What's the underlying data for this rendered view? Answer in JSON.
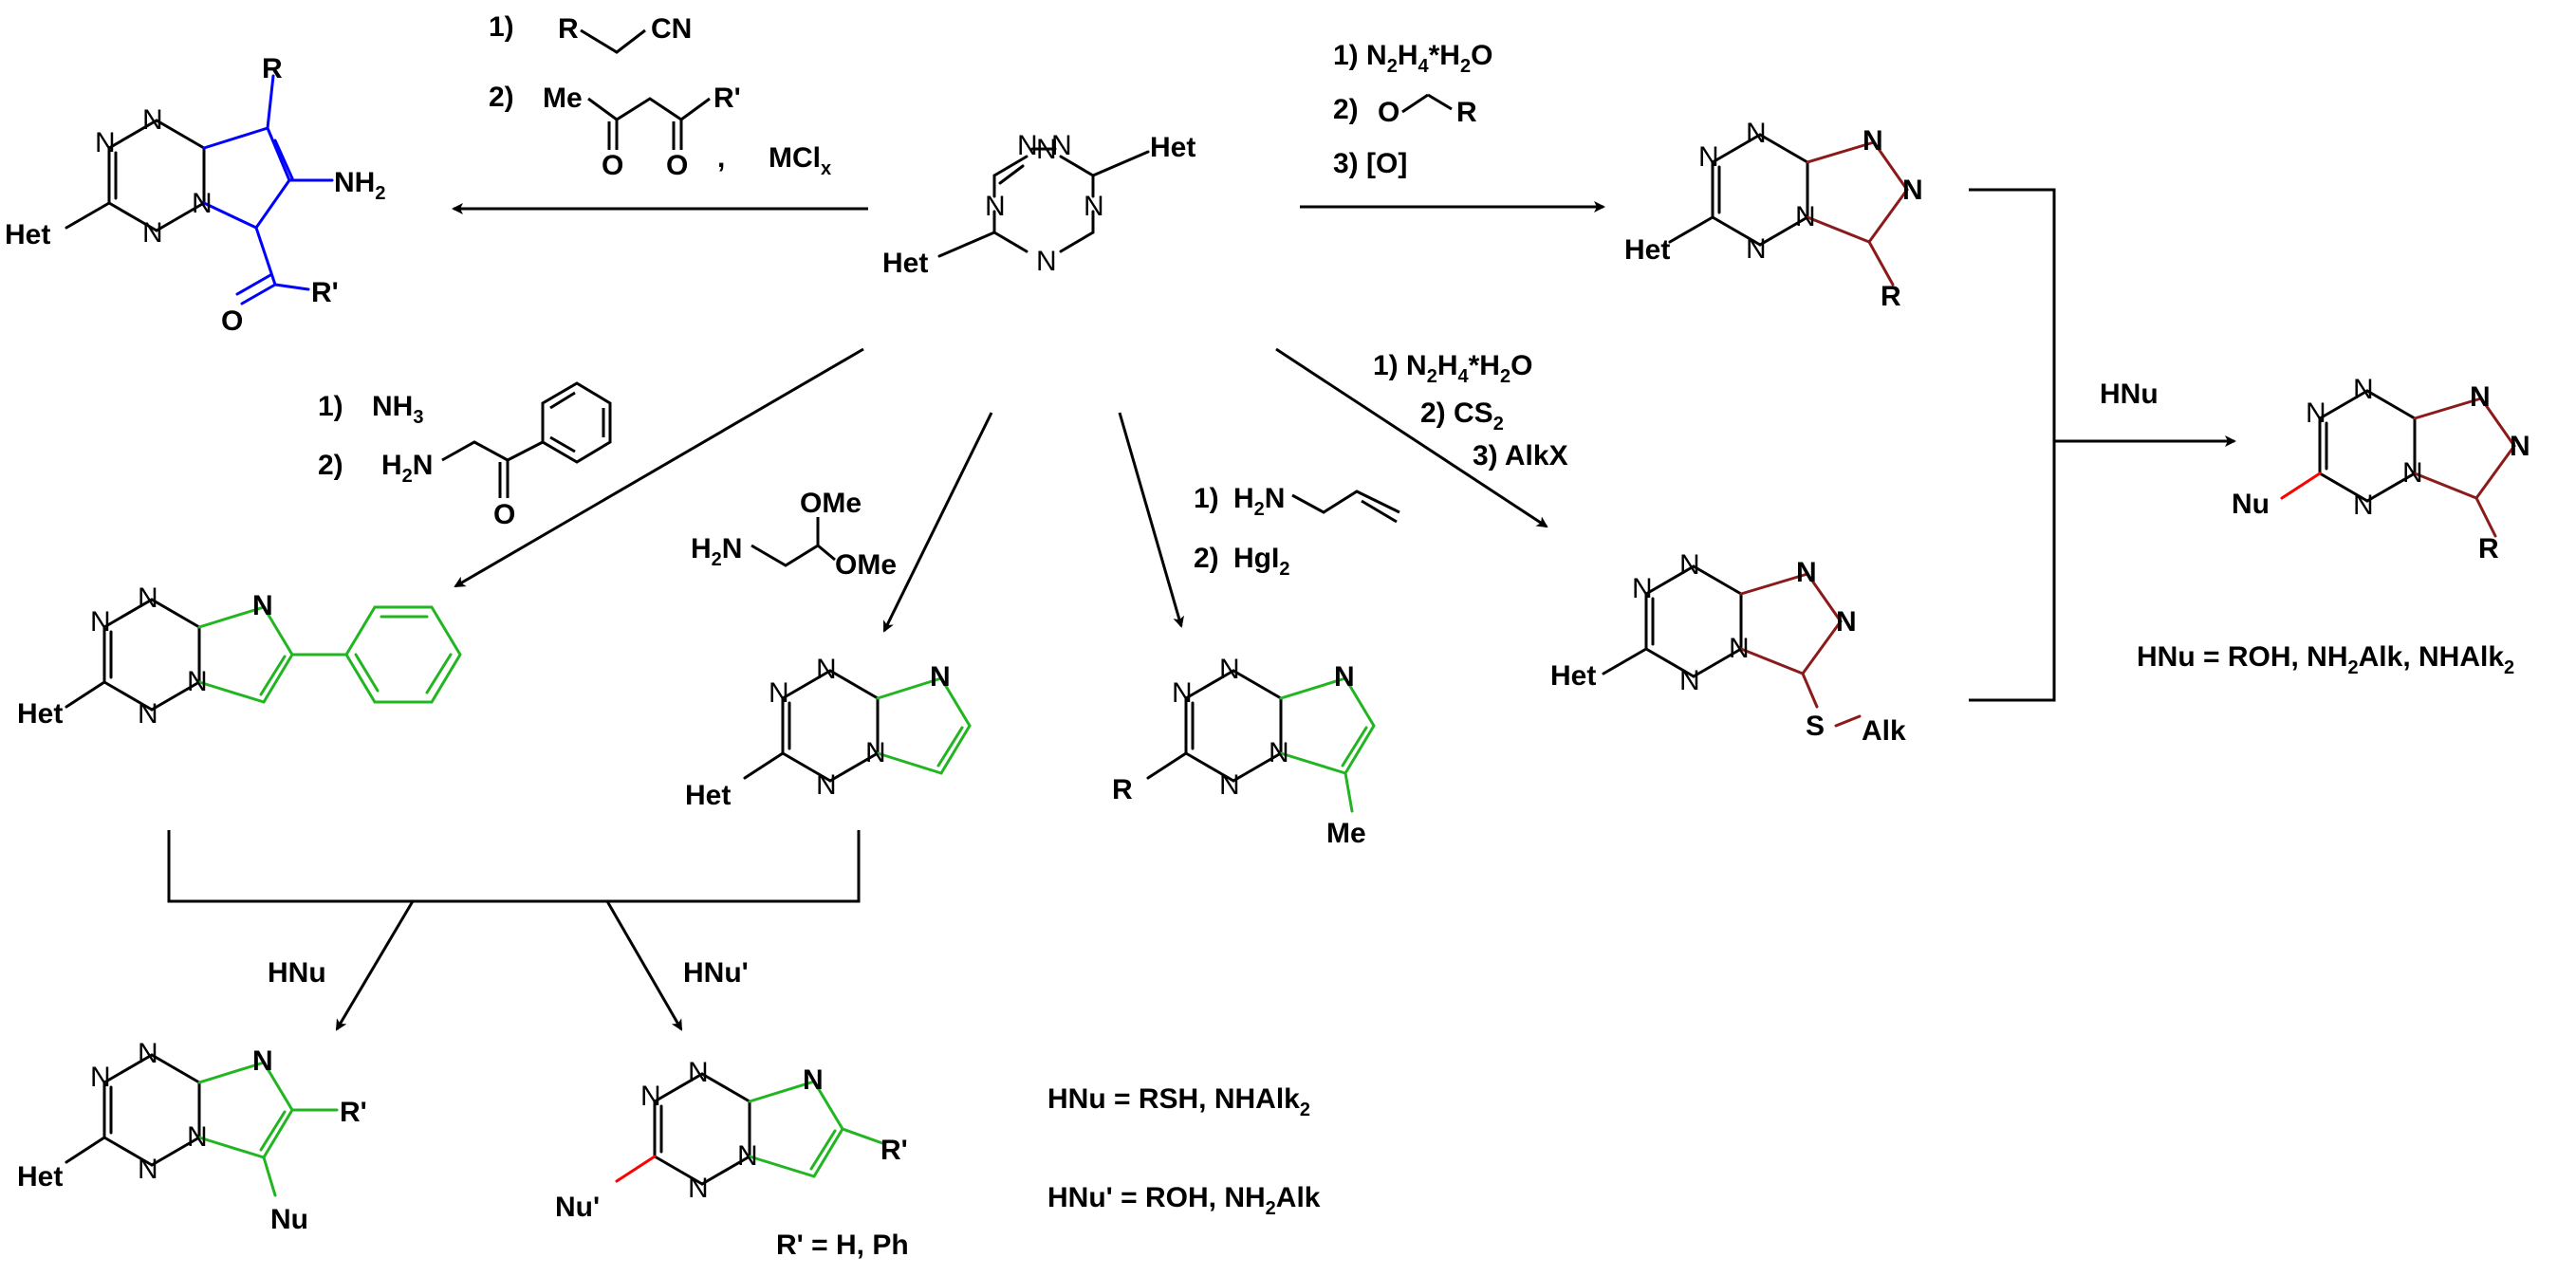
{
  "colors": {
    "black": "#000000",
    "blue": "#0000ff",
    "green": "#22b522",
    "maroon": "#8b1a1a",
    "red": "#ff0000"
  },
  "center": {
    "het1": "Het",
    "het2": "Het",
    "n": "N"
  },
  "conditions": {
    "top_left": {
      "step1_num": "1)",
      "step1_r": "R",
      "step1_cn": "CN",
      "step2_num": "2)",
      "step2_me": "Me",
      "step2_r": "R'",
      "o": "O",
      "comma": ",",
      "mcl": "MCl",
      "mcl_sub": "x"
    },
    "top_right": {
      "s1_a": "1) N",
      "s1_b": "2",
      "s1_c": "H",
      "s1_d": "4",
      "s1_e": "*H",
      "s1_f": "2",
      "s1_g": "O",
      "s2": "2)",
      "o": "O",
      "r": "R",
      "s3": "3) [O]"
    },
    "mid_right": {
      "s1_a": "1) N",
      "s1_b": "2",
      "s1_c": "H",
      "s1_d": "4",
      "s1_e": "*H",
      "s1_f": "2",
      "s1_g": "O",
      "s2_a": "2) CS",
      "s2_b": "2",
      "s3": "3) AlkX"
    },
    "left_mid": {
      "s1": "1)",
      "s1_reagent": "NH",
      "s1_sub": "3",
      "s2": "2)",
      "h2n": "H",
      "h2n_sub": "2",
      "h2n_n": "N",
      "o": "O"
    },
    "acetal": {
      "h2n": "H",
      "h2n_sub": "2",
      "h2n_n": "N",
      "ome1": "OMe",
      "ome2": "OMe"
    },
    "allyl": {
      "s1": "1)",
      "h2n": "H",
      "h2n_sub": "2",
      "h2n_n": "N",
      "s2": "2)",
      "hgi": "HgI",
      "hgi_sub": "2"
    }
  },
  "products": {
    "pyrrolo": {
      "het": "Het",
      "r": "R",
      "nh": "NH",
      "nh_sub": "2",
      "o": "O",
      "rp": "R'",
      "n": "N"
    },
    "triazolo_top": {
      "het": "Het",
      "r": "R",
      "n": "N"
    },
    "triazolo_nu": {
      "nu": "Nu",
      "r": "R",
      "n": "N"
    },
    "triazolo_salk": {
      "het": "Het",
      "s": "S",
      "alk": "Alk",
      "n": "N"
    },
    "imidazo_ph": {
      "het": "Het",
      "n": "N"
    },
    "imidazo_h": {
      "het": "Het",
      "n": "N"
    },
    "imidazo_me": {
      "r": "R",
      "me": "Me",
      "n": "N"
    },
    "imidazo_nu": {
      "het": "Het",
      "rp": "R'",
      "nu": "Nu",
      "n": "N"
    },
    "imidazo_nup": {
      "nup": "Nu'",
      "rp": "R'",
      "n": "N"
    }
  },
  "reagents": {
    "hnu_right": "HNu",
    "hnu_left": "HNu",
    "hnup_left": "HNu'"
  },
  "notes": {
    "hnu_right_a": "HNu = ROH, NH",
    "hnu_right_b": "2",
    "hnu_right_c": "Alk, NHAlk",
    "hnu_right_d": "2",
    "hnu_left_a": "HNu = RSH, NHAlk",
    "hnu_left_b": "2",
    "hnup_left_a": "HNu' = ROH, NH",
    "hnup_left_b": "2",
    "hnup_left_c": "Alk",
    "rp_def": "R' = H, Ph"
  }
}
